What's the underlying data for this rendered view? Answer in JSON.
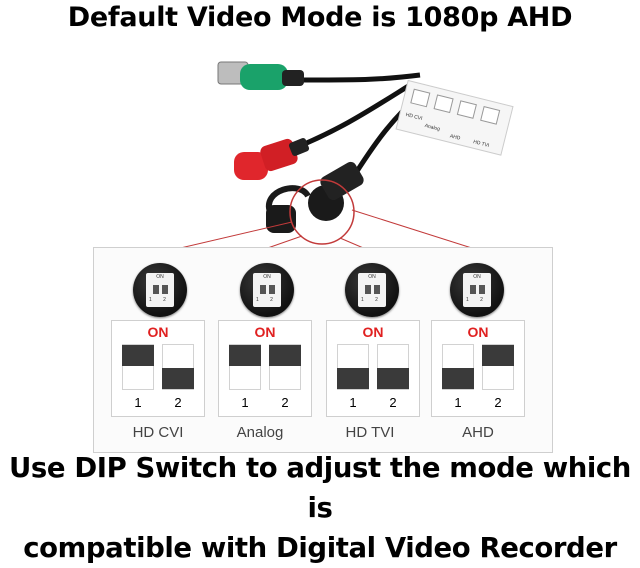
{
  "title": "Default Video Mode is 1080p AHD",
  "caption_line1": "Use DIP Switch to adjust the mode which is",
  "caption_line2": "compatible with Digital Video Recorder",
  "knob_on_text": "ON",
  "knob_numbers": "1 2",
  "switch_on_label": "ON",
  "switch_num_1": "1",
  "switch_num_2": "2",
  "modes": [
    {
      "label": "HD CVI",
      "switch1": "on",
      "switch2": "off"
    },
    {
      "label": "Analog",
      "switch1": "on",
      "switch2": "on"
    },
    {
      "label": "HD TVI",
      "switch1": "off",
      "switch2": "off"
    },
    {
      "label": "AHD",
      "switch1": "off",
      "switch2": "on"
    }
  ],
  "sticker": {
    "labels": [
      "HD CVI",
      "Analog",
      "AHD",
      "HD TVI"
    ]
  },
  "colors": {
    "on_red": "#e02020",
    "switch_dark": "#3a3a3a",
    "pointer_line": "#c23a3a",
    "cable_green": "#1aa26a",
    "cable_red": "#e0262c"
  }
}
